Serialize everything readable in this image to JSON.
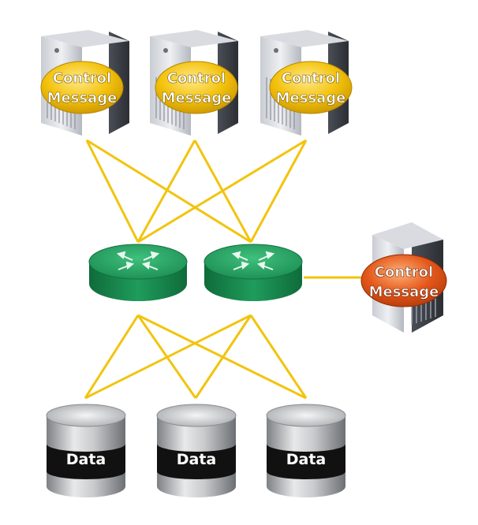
{
  "colors": {
    "link_line": "#F2C40E",
    "control_bubble": "#F3C20C",
    "control_bubble_alert": "#E4571A",
    "router": "#1E9A5A",
    "server": "#8C8F98",
    "data_cylinder": "#A9ABAE",
    "data_band": "#111111"
  },
  "controllers": [
    {
      "line1": "Control",
      "line2": "Message"
    },
    {
      "line1": "Control",
      "line2": "Message"
    },
    {
      "line1": "Control",
      "line2": "Message"
    }
  ],
  "extra_controller": {
    "line1": "Control",
    "line2": "Message"
  },
  "routers": [
    {
      "icon": "router-arrows-icon"
    },
    {
      "icon": "router-arrows-icon"
    }
  ],
  "data_stores": [
    {
      "label": "Data"
    },
    {
      "label": "Data"
    },
    {
      "label": "Data"
    }
  ]
}
